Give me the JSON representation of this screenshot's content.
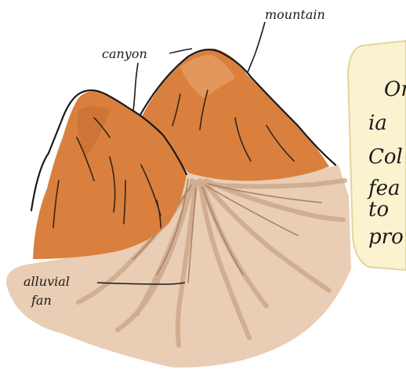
{
  "labels": {
    "mountain": "mountain",
    "canyon": "canyon",
    "alluvial_line1": "alluvial",
    "alluvial_line2": "fan"
  },
  "note_card": {
    "visible_lines": [
      "Or",
      "ia",
      "Col",
      "fea",
      "to",
      "pro"
    ]
  },
  "colors": {
    "fan_base": "#e9cdb4",
    "fan_streak": "#c9a486",
    "mountain_orange": "#d9803f",
    "mountain_light": "#e8a169",
    "mountain_dark": "#c26a2d",
    "ink": "#1a1a1a",
    "note_bg": "#fbf2cf",
    "note_border": "#e9ddb0"
  },
  "icons": [
    "mountain-illustration",
    "alluvial-fan-illustration",
    "canyon-illustration"
  ]
}
